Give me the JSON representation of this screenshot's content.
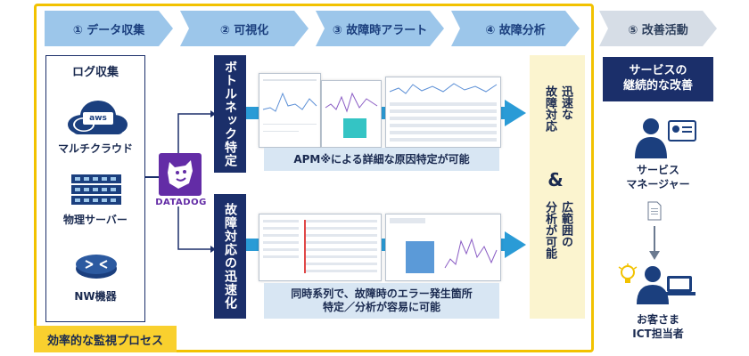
{
  "steps": [
    {
      "label": "① データ収集"
    },
    {
      "label": "② 可視化"
    },
    {
      "label": "③ 故障時アラート"
    },
    {
      "label": "④ 故障分析"
    },
    {
      "label": "⑤ 改善活動"
    }
  ],
  "log_collection": {
    "title": "ログ収集",
    "sources": [
      {
        "label": "マルチクラウド",
        "icon": "cloud-icon",
        "badge": "aws"
      },
      {
        "label": "物理サーバー",
        "icon": "server-rack-icon"
      },
      {
        "label": "NW機器",
        "icon": "router-icon"
      }
    ]
  },
  "datadog": {
    "label": "DATADOG",
    "icon": "datadog-logo-icon"
  },
  "tracks": [
    {
      "label": "ボトルネック特定",
      "caption_lines": [
        "APM※による詳細な原因特定が可能"
      ]
    },
    {
      "label": "故障対応の迅速化",
      "caption_lines": [
        "同時系列で、故障時のエラー発生箇所",
        "特定／分析が容易に可能"
      ]
    }
  ],
  "result": {
    "col1": "迅速な",
    "col2": "故障対応",
    "amp": "&",
    "col3": "広範囲の",
    "col4": "分析が可能"
  },
  "improvement": {
    "box_line1": "サービスの",
    "box_line2": "継続的な改善",
    "manager_line1": "サービス",
    "manager_line2": "マネージャー",
    "customer_line1": "お客さま",
    "customer_line2": "ICT担当者"
  },
  "frame_label": "効率的な監視プロセス",
  "colors": {
    "navy": "#1b2f6a",
    "step_blue": "#9cc6ea",
    "frame_yellow": "#f2c200",
    "arrow_blue": "#2a9bd6",
    "datadog_purple": "#632ca6"
  }
}
